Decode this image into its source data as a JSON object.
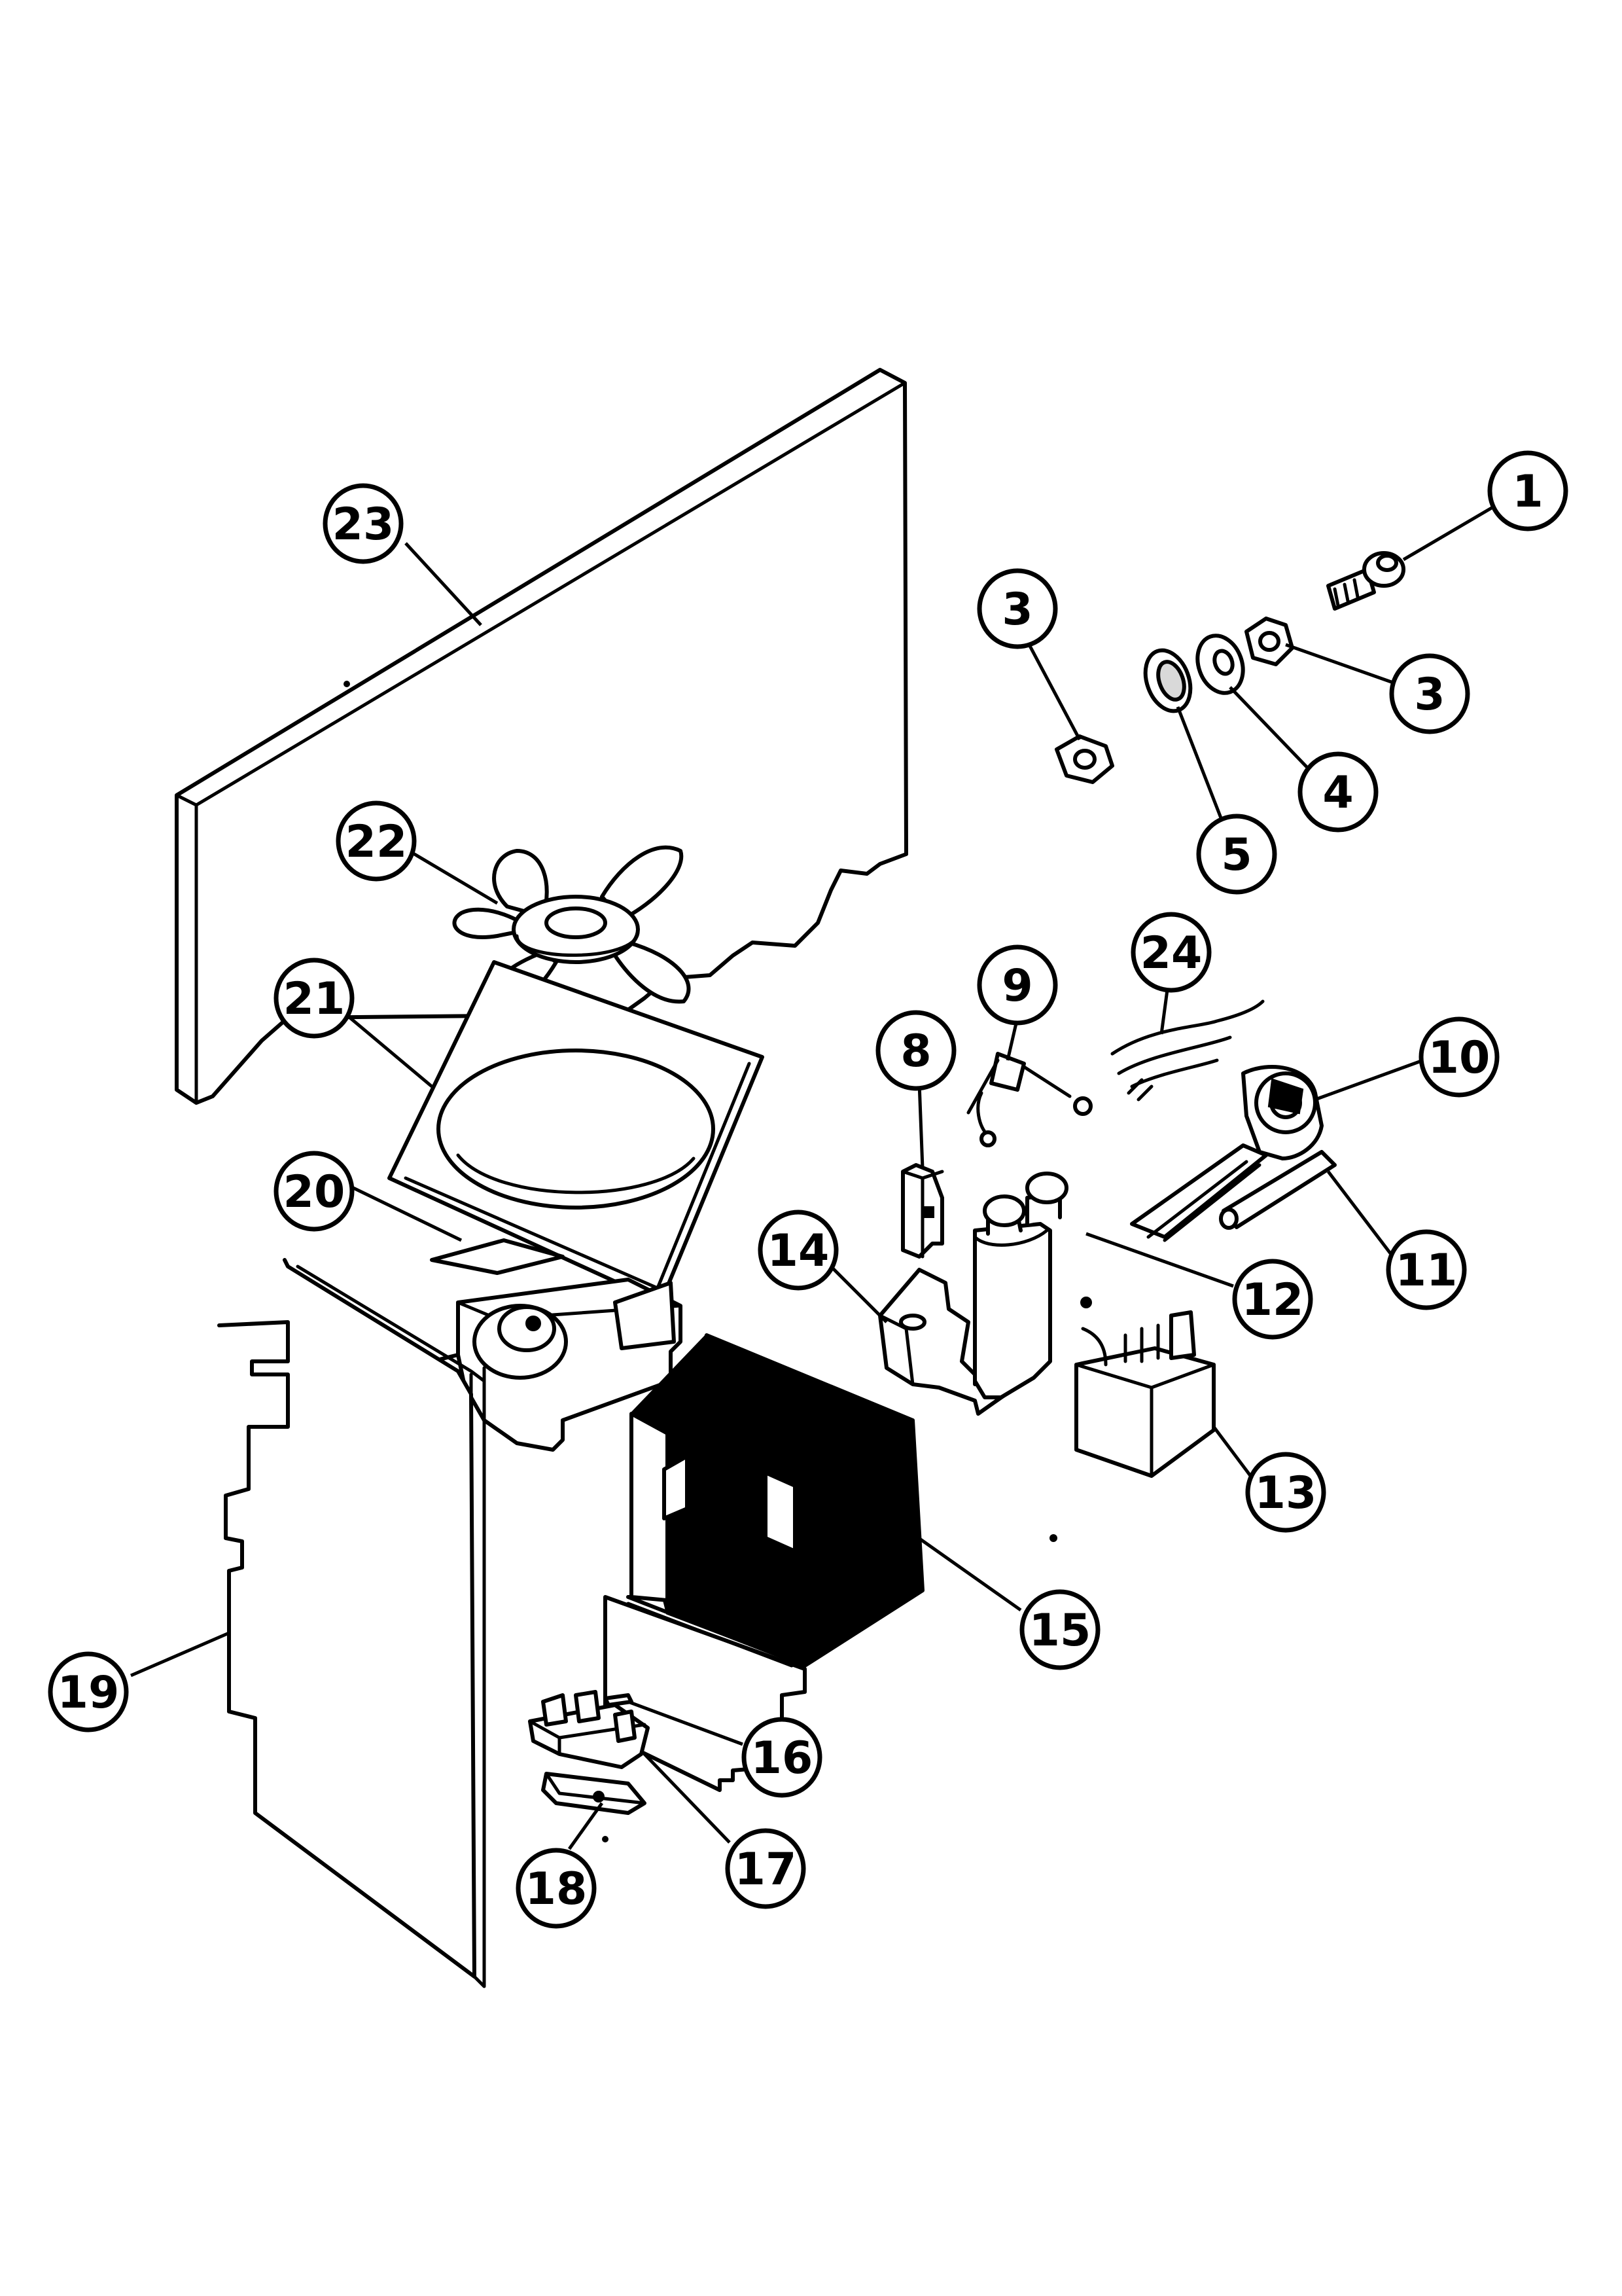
{
  "callouts": [
    {
      "id": "1",
      "label": "1"
    },
    {
      "id": "3a",
      "label": "3"
    },
    {
      "id": "3b",
      "label": "3"
    },
    {
      "id": "4",
      "label": "4"
    },
    {
      "id": "5",
      "label": "5"
    },
    {
      "id": "8",
      "label": "8"
    },
    {
      "id": "9",
      "label": "9"
    },
    {
      "id": "10",
      "label": "10"
    },
    {
      "id": "11",
      "label": "11"
    },
    {
      "id": "12",
      "label": "12"
    },
    {
      "id": "13",
      "label": "13"
    },
    {
      "id": "14",
      "label": "14"
    },
    {
      "id": "15",
      "label": "15"
    },
    {
      "id": "16",
      "label": "16"
    },
    {
      "id": "17",
      "label": "17"
    },
    {
      "id": "18",
      "label": "18"
    },
    {
      "id": "19",
      "label": "19"
    },
    {
      "id": "20",
      "label": "20"
    },
    {
      "id": "21",
      "label": "21"
    },
    {
      "id": "22",
      "label": "22"
    },
    {
      "id": "23",
      "label": "23"
    },
    {
      "id": "24",
      "label": "24"
    }
  ]
}
